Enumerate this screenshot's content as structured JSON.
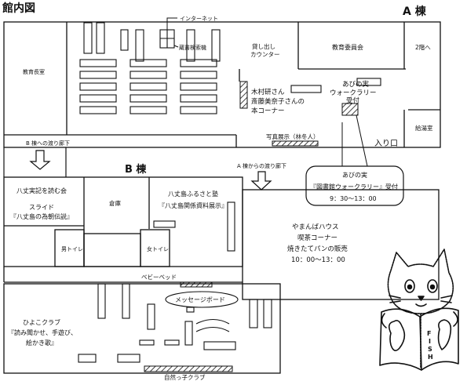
{
  "title": "館内図",
  "building_a": {
    "label": "A 棟"
  },
  "building_b": {
    "label": "B 棟"
  },
  "labels": {
    "internet": "インターネット",
    "catalog": "蔵書検索機",
    "lending1": "貸し出し",
    "lending2": "カウンター",
    "board_room": "教育委員会",
    "to_2f": "2階へ",
    "director": "教育長室",
    "kimura1": "木村研さん",
    "kimura2": "斎藤美奈子さんの",
    "kimura3": "本コーナー",
    "walk1": "あびの実",
    "walk2": "ウォークラリー",
    "walk3": "受付",
    "kitchen": "給湯室",
    "photo": "写真展示（林冬人）",
    "entrance": "入り口",
    "to_b": "B 棟への渡り廊下",
    "from_a": "A 棟からの渡り廊下",
    "callout1": "あびの実",
    "callout2": "『図書館ウォークラリー』受付",
    "callout3": "9：30〜13：00",
    "hachijo1": "八丈実記を読む会",
    "hachijo2": "スライド",
    "hachijo3": "『八丈島の為朝伝説』",
    "storage": "倉庫",
    "furusato1": "八丈島ふるさと塾",
    "furusato2": "『八丈島関係資料展示』",
    "men_toilet": "男トイレ",
    "women_toilet": "女トイレ",
    "baby_bed": "ベビーベッド",
    "yamanba1": "やまんばハウス",
    "yamanba2": "喫茶コーナー",
    "yamanba3": "焼きたてパンの販売",
    "yamanba4": "10：00〜13：00",
    "message": "メッセージボード",
    "hiyoko1": "ひよこクラブ",
    "hiyoko2": "『読み聞かせ、手遊び、",
    "hiyoko3": "絵かき歌』",
    "shizen": "自然っ子クラブ",
    "fish1": "F",
    "fish2": "I",
    "fish3": "S",
    "fish4": "H"
  }
}
